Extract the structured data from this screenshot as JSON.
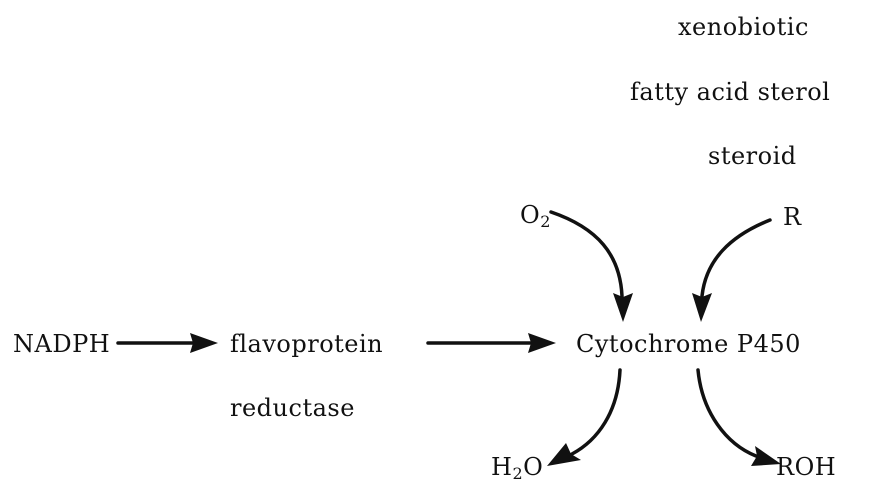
{
  "substrates": {
    "line1": "xenobiotic",
    "line2": "fatty acid sterol",
    "line3": "steroid"
  },
  "inputs": {
    "oxygen_base": "O",
    "oxygen_sub": "2",
    "substrate": "R"
  },
  "chain": {
    "donor": "NADPH",
    "reductase_line1": "flavoprotein",
    "reductase_line2": "reductase",
    "enzyme": "Cytochrome P450"
  },
  "outputs": {
    "water_h": "H",
    "water_sub": "2",
    "water_o": "O",
    "product": "ROH"
  },
  "colors": {
    "ink": "#111111",
    "background": "#ffffff"
  }
}
